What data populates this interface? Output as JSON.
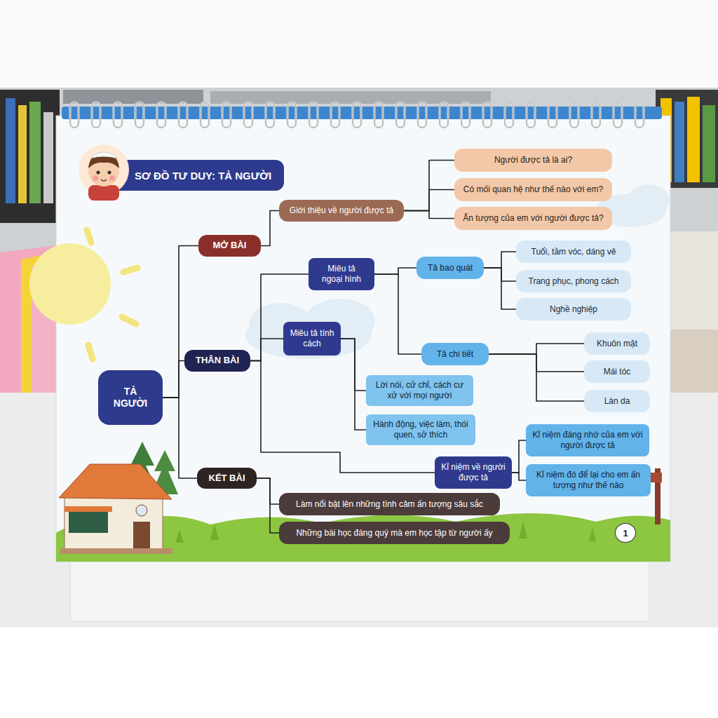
{
  "diagram": {
    "title": "SƠ ĐỒ TƯ DUY: TẢ NGƯỜI",
    "nodes": [
      {
        "text": [
          "TẢ NGƯỜI"
        ]
      },
      {
        "text": [
          "MỞ BÀI"
        ]
      },
      {
        "text": [
          "Giới thiệu về người được tả"
        ]
      },
      {
        "text": [
          "Người được tả là ai?"
        ]
      },
      {
        "text": [
          "Có mối quan hệ như thế nào với em?"
        ]
      },
      {
        "text": [
          "Ấn tượng của em với người được tả?"
        ]
      },
      {
        "text": [
          "THÂN BÀI"
        ]
      },
      {
        "text": [
          "Miêu tả ngoại hình"
        ]
      },
      {
        "text": [
          "Tả bao quát"
        ]
      },
      {
        "text": [
          "Tuổi, tầm vóc, dáng vẻ"
        ]
      },
      {
        "text": [
          "Trang phục, phong cách"
        ]
      },
      {
        "text": [
          "Nghề nghiệp"
        ]
      },
      {
        "text": [
          "Tả chi tiết"
        ]
      },
      {
        "text": [
          "Khuôn mặt"
        ]
      },
      {
        "text": [
          "Mái tóc"
        ]
      },
      {
        "text": [
          "Làn da"
        ]
      },
      {
        "text": [
          "Miêu tả tính cách"
        ]
      },
      {
        "text": [
          "Lời nói, cử chỉ, cách cư xử với mọi người"
        ]
      },
      {
        "text": [
          "Hành động, việc làm, thói quen, sở thích"
        ]
      },
      {
        "text": [
          "Kỉ niệm về người được tả"
        ]
      },
      {
        "text": [
          "Kỉ niệm đáng nhớ của em với người được tả"
        ]
      },
      {
        "text": [
          "Kỉ niệm đó để lại cho em ấn tượng như thế nào"
        ]
      },
      {
        "text": [
          "KẾT BÀI"
        ]
      },
      {
        "text": [
          "Làm nổi bật lên những tình cảm ấn tượng sâu sắc"
        ]
      },
      {
        "text": [
          "Những bài học đáng quý mà em học tập từ người ấy"
        ]
      }
    ],
    "edges": [
      {
        "from": 0,
        "to": 1,
        "arrow": "none"
      },
      {
        "from": 0,
        "to": 6,
        "arrow": "none"
      },
      {
        "from": 0,
        "to": 22,
        "arrow": "none"
      },
      {
        "from": 1,
        "to": 2,
        "arrow": "none"
      },
      {
        "from": 2,
        "to": 3,
        "arrow": "none"
      },
      {
        "from": 2,
        "to": 4,
        "arrow": "none"
      },
      {
        "from": 2,
        "to": 5,
        "arrow": "none"
      },
      {
        "from": 6,
        "to": 7,
        "arrow": "none"
      },
      {
        "from": 6,
        "to": 16,
        "arrow": "none"
      },
      {
        "from": 6,
        "to": 19,
        "arrow": "none"
      },
      {
        "from": 7,
        "to": 8,
        "arrow": "none"
      },
      {
        "from": 7,
        "to": 12,
        "arrow": "none"
      },
      {
        "from": 8,
        "to": 9,
        "arrow": "none"
      },
      {
        "from": 8,
        "to": 10,
        "arrow": "none"
      },
      {
        "from": 8,
        "to": 11,
        "arrow": "none"
      },
      {
        "from": 12,
        "to": 13,
        "arrow": "none"
      },
      {
        "from": 12,
        "to": 14,
        "arrow": "none"
      },
      {
        "from": 12,
        "to": 15,
        "arrow": "none"
      },
      {
        "from": 16,
        "to": 17,
        "arrow": "none"
      },
      {
        "from": 16,
        "to": 18,
        "arrow": "none"
      },
      {
        "from": 19,
        "to": 20,
        "arrow": "none"
      },
      {
        "from": 19,
        "to": 21,
        "arrow": "none"
      },
      {
        "from": 22,
        "to": 23,
        "arrow": "none"
      },
      {
        "from": 22,
        "to": 24,
        "arrow": "none"
      }
    ],
    "labels": [
      "1"
    ]
  }
}
